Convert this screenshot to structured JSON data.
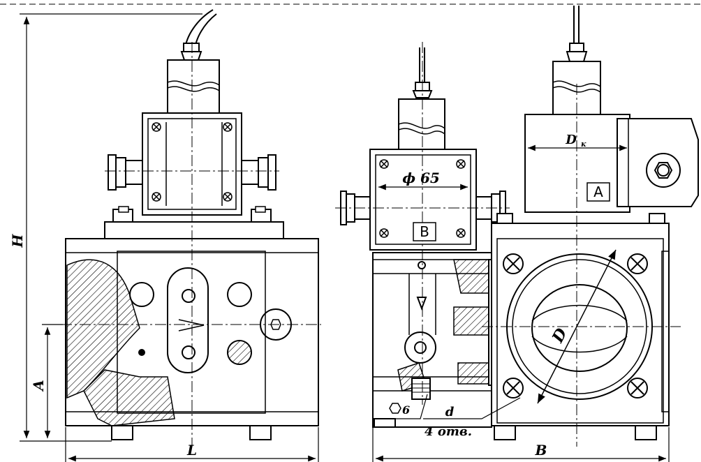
{
  "dimensions": {
    "height": "H",
    "axis_height": "A",
    "length": "L",
    "width": "B",
    "diameter": "D",
    "connector_diameter": "D",
    "connector_diameter_subscript": "к",
    "bore_diameter": "ϕ 65",
    "hole_diameter": "d",
    "hole_count": "4 отв.",
    "hex_size": "6"
  },
  "labels": {
    "view_a": "A",
    "view_b": "B"
  },
  "colors": {
    "ink": "#000000",
    "paper": "#ffffff"
  }
}
